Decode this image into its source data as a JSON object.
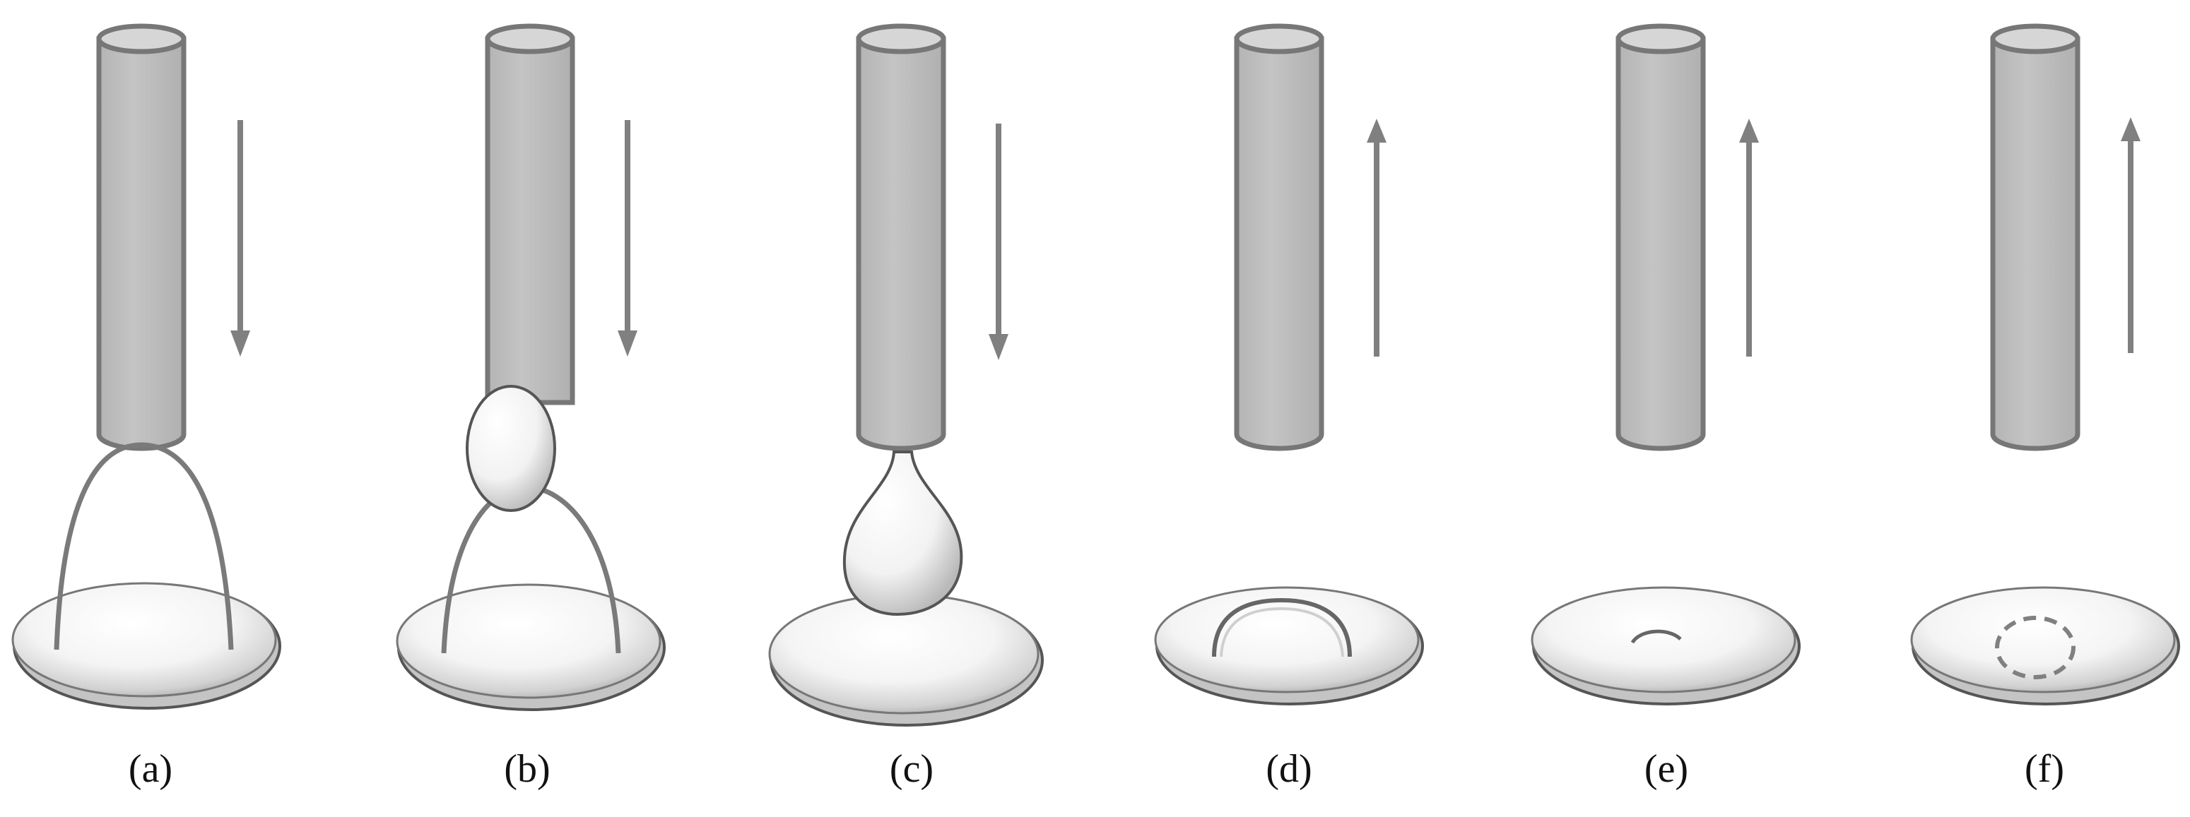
{
  "colors": {
    "rod_fill": "#bdbdbd",
    "rod_stroke": "#777777",
    "rod_top": "#d6d6d6",
    "arrow": "#808080",
    "fiber": "#7a7a7a",
    "pad_stroke": "#555555",
    "pad_fill_center": "#ffffff",
    "pad_fill_edge": "#b8b8b8",
    "label": "#111111"
  },
  "panels": [
    {
      "label": "(a)",
      "arrow": "down",
      "stage": "stretched-bridge"
    },
    {
      "label": "(b)",
      "arrow": "down",
      "stage": "bridge-with-bead"
    },
    {
      "label": "(c)",
      "arrow": "down",
      "stage": "pendant-drop"
    },
    {
      "label": "(d)",
      "arrow": "up",
      "stage": "residual-arc"
    },
    {
      "label": "(e)",
      "arrow": "up",
      "stage": "small-residue"
    },
    {
      "label": "(f)",
      "arrow": "up",
      "stage": "dashed-ring"
    }
  ]
}
